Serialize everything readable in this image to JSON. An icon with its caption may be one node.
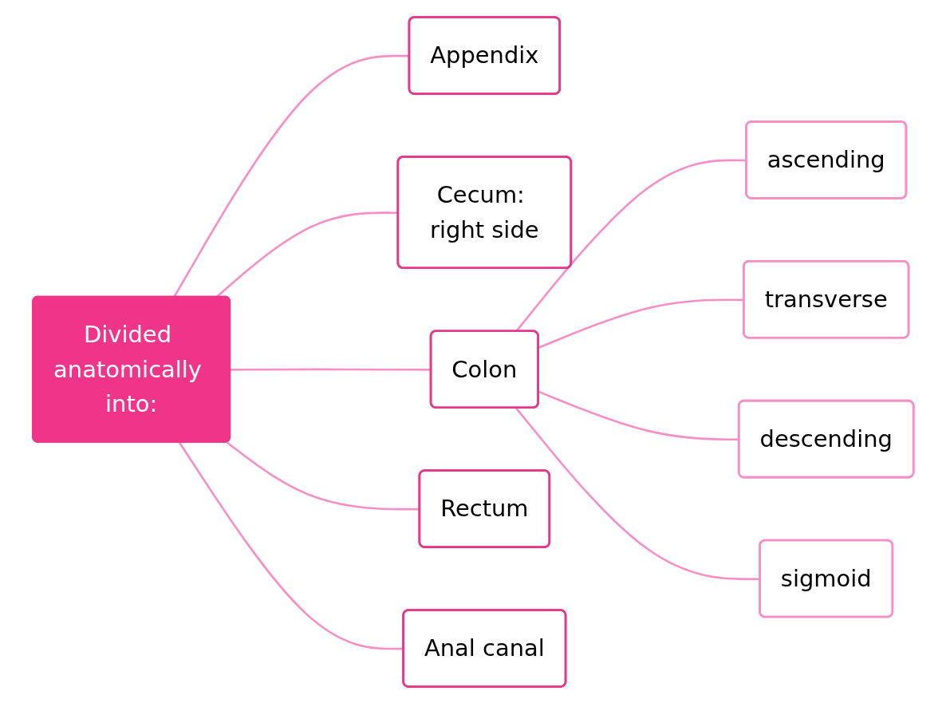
{
  "diagram": {
    "nodes": [
      {
        "text": [
          "Divided anatomically into:"
        ]
      },
      {
        "text": [
          "Appendix"
        ]
      },
      {
        "text": [
          "Cecum: right side"
        ]
      },
      {
        "text": [
          "Colon"
        ]
      },
      {
        "text": [
          "Rectum"
        ]
      },
      {
        "text": [
          "Anal canal"
        ]
      },
      {
        "text": [
          "ascending"
        ]
      },
      {
        "text": [
          "transverse"
        ]
      },
      {
        "text": [
          "descending"
        ]
      },
      {
        "text": [
          "sigmoid"
        ]
      }
    ],
    "edges": [
      {
        "from": 0,
        "to": 1,
        "arrow": "none"
      },
      {
        "from": 0,
        "to": 2,
        "arrow": "none"
      },
      {
        "from": 0,
        "to": 3,
        "arrow": "none"
      },
      {
        "from": 0,
        "to": 4,
        "arrow": "none"
      },
      {
        "from": 0,
        "to": 5,
        "arrow": "none"
      },
      {
        "from": 3,
        "to": 6,
        "arrow": "none"
      },
      {
        "from": 3,
        "to": 7,
        "arrow": "none"
      },
      {
        "from": 3,
        "to": 8,
        "arrow": "none"
      },
      {
        "from": 3,
        "to": 9,
        "arrow": "none"
      }
    ]
  }
}
